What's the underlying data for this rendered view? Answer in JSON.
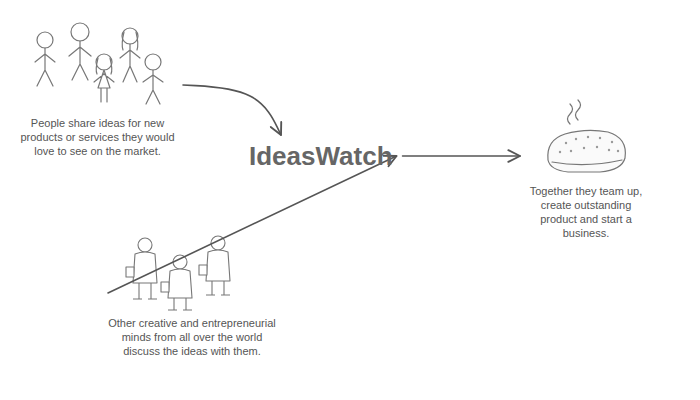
{
  "diagram": {
    "nodes": [
      {
        "text": [
          "People share ideas for new products or services they would love to see on the market."
        ]
      },
      {
        "text": [
          "IdeasWatch"
        ]
      },
      {
        "text": [
          "Together they team up, create outstanding product and start a business."
        ]
      },
      {
        "text": [
          "Other creative and entrepreneurial minds from all over the world discuss the ideas with them."
        ]
      }
    ],
    "edges": [
      {
        "from": 0,
        "to": 1,
        "arrow": "to"
      },
      {
        "from": 3,
        "to": 1,
        "arrow": "to"
      },
      {
        "from": 1,
        "to": 2,
        "arrow": "to"
      }
    ]
  }
}
